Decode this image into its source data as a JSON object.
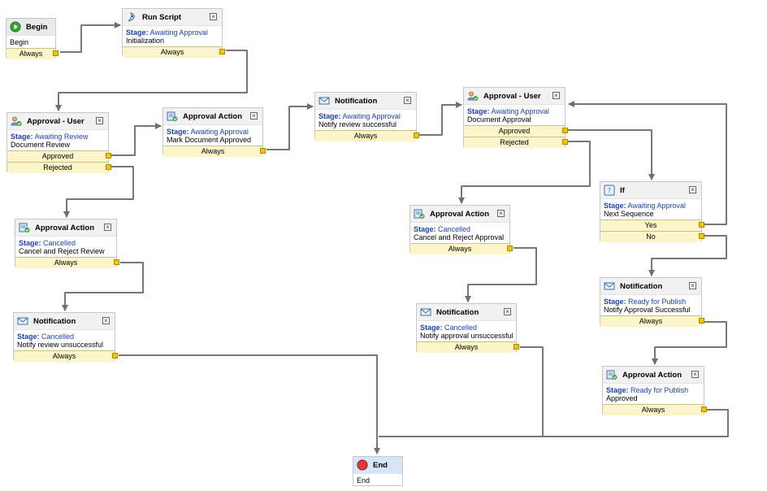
{
  "nodes": {
    "begin": {
      "title": "Begin",
      "desc": "Begin",
      "outputs": [
        "Always"
      ]
    },
    "run_script": {
      "title": "Run Script",
      "stage_label": "Stage:",
      "stage": "Awaiting Approval",
      "desc": "Initialization",
      "outputs": [
        "Always"
      ]
    },
    "approval_user_1": {
      "title": "Approval - User",
      "stage_label": "Stage:",
      "stage": "Awaiting Review",
      "desc": "Document Review",
      "outputs": [
        "Approved",
        "Rejected"
      ]
    },
    "approval_action_1": {
      "title": "Approval Action",
      "stage_label": "Stage:",
      "stage": "Awaiting Approval",
      "desc": "Mark Document Approved",
      "outputs": [
        "Always"
      ]
    },
    "notification_1": {
      "title": "Notification",
      "stage_label": "Stage:",
      "stage": "Awaiting Approval",
      "desc": "Notify review successful",
      "outputs": [
        "Always"
      ]
    },
    "approval_user_2": {
      "title": "Approval - User",
      "stage_label": "Stage:",
      "stage": "Awaiting Approval",
      "desc": "Document Approval",
      "outputs": [
        "Approved",
        "Rejected"
      ]
    },
    "approval_action_2": {
      "title": "Approval Action",
      "stage_label": "Stage:",
      "stage": "Cancelled",
      "desc": "Cancel and Reject Review",
      "outputs": [
        "Always"
      ]
    },
    "notification_2": {
      "title": "Notification",
      "stage_label": "Stage:",
      "stage": "Cancelled",
      "desc": "Notify review unsuccessful",
      "outputs": [
        "Always"
      ]
    },
    "approval_action_3": {
      "title": "Approval Action",
      "stage_label": "Stage:",
      "stage": "Cancelled",
      "desc": "Cancel and Reject Approval",
      "outputs": [
        "Always"
      ]
    },
    "notification_3": {
      "title": "Notification",
      "stage_label": "Stage:",
      "stage": "Cancelled",
      "desc": "Notify approval unsuccessful",
      "outputs": [
        "Always"
      ]
    },
    "if_1": {
      "title": "If",
      "stage_label": "Stage:",
      "stage": "Awaiting Approval",
      "desc": "Next Sequence",
      "outputs": [
        "Yes",
        "No"
      ]
    },
    "notification_4": {
      "title": "Notification",
      "stage_label": "Stage:",
      "stage": "Ready for Publish",
      "desc": "Notify Approval Successful",
      "outputs": [
        "Always"
      ]
    },
    "approval_action_4": {
      "title": "Approval Action",
      "stage_label": "Stage:",
      "stage": "Ready for Publish",
      "desc": "Approved",
      "outputs": [
        "Always"
      ]
    },
    "end": {
      "title": "End",
      "desc": "End"
    }
  },
  "close_glyph": "×",
  "colors": {
    "stage_text": "#1c3fbf",
    "output_bg": "#fbf5c9",
    "port": "#f5c400",
    "wire": "#707070"
  }
}
